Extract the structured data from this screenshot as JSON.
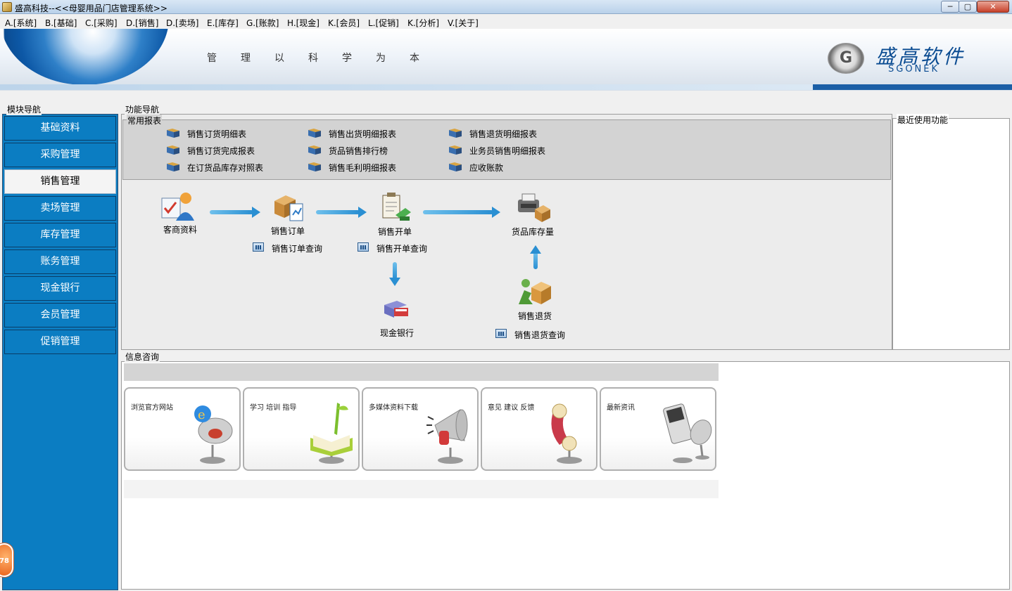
{
  "window": {
    "title": "盛高科技--<<母婴用品门店管理系统>>",
    "buttons": {
      "minimize": "─",
      "maximize": "▢",
      "close": "✕"
    }
  },
  "menu": [
    "A.[系统]",
    "B.[基础]",
    "C.[采购]",
    "D.[销售]",
    "D.[卖场]",
    "E.[库存]",
    "G.[账款]",
    "H.[现金]",
    "K.[会员]",
    "L.[促销]",
    "K.[分析]",
    "V.[关于]"
  ],
  "banner": {
    "slogan": "管理以科学为本",
    "brand_cn": "盛高软件",
    "brand_en": "SGONEK",
    "logo_letter": "G"
  },
  "module_nav": {
    "title": "模块导航",
    "items": [
      {
        "label": "基础资料",
        "active": false
      },
      {
        "label": "采购管理",
        "active": false
      },
      {
        "label": "销售管理",
        "active": true
      },
      {
        "label": "卖场管理",
        "active": false
      },
      {
        "label": "库存管理",
        "active": false
      },
      {
        "label": "账务管理",
        "active": false
      },
      {
        "label": "现金银行",
        "active": false
      },
      {
        "label": "会员管理",
        "active": false
      },
      {
        "label": "促销管理",
        "active": false
      }
    ],
    "badge": "78"
  },
  "function_nav": {
    "title": "功能导航",
    "reports_title": "常用报表",
    "reports": [
      "销售订货明细表",
      "销售出货明细报表",
      "销售退货明细报表",
      "销售订货完成报表",
      "货品销售排行榜",
      "业务员销售明细报表",
      "在订货品库存对照表",
      "销售毛利明细报表",
      "应收账款"
    ],
    "flow": {
      "customer": "客商资料",
      "sales_order": "销售订单",
      "sales_order_query": "销售订单查询",
      "sales_bill": "销售开单",
      "sales_bill_query": "销售开单查询",
      "stock": "货品库存量",
      "cash_bank": "现金银行",
      "sales_return": "销售退货",
      "sales_return_query": "销售退货查询"
    }
  },
  "recent": {
    "title": "最近使用功能"
  },
  "info": {
    "title": "信息咨询",
    "cards": [
      "浏览官方网站",
      "学习 培训 指导",
      "多媒体资料下载",
      "意见 建议 反馈",
      "最新资讯"
    ]
  }
}
